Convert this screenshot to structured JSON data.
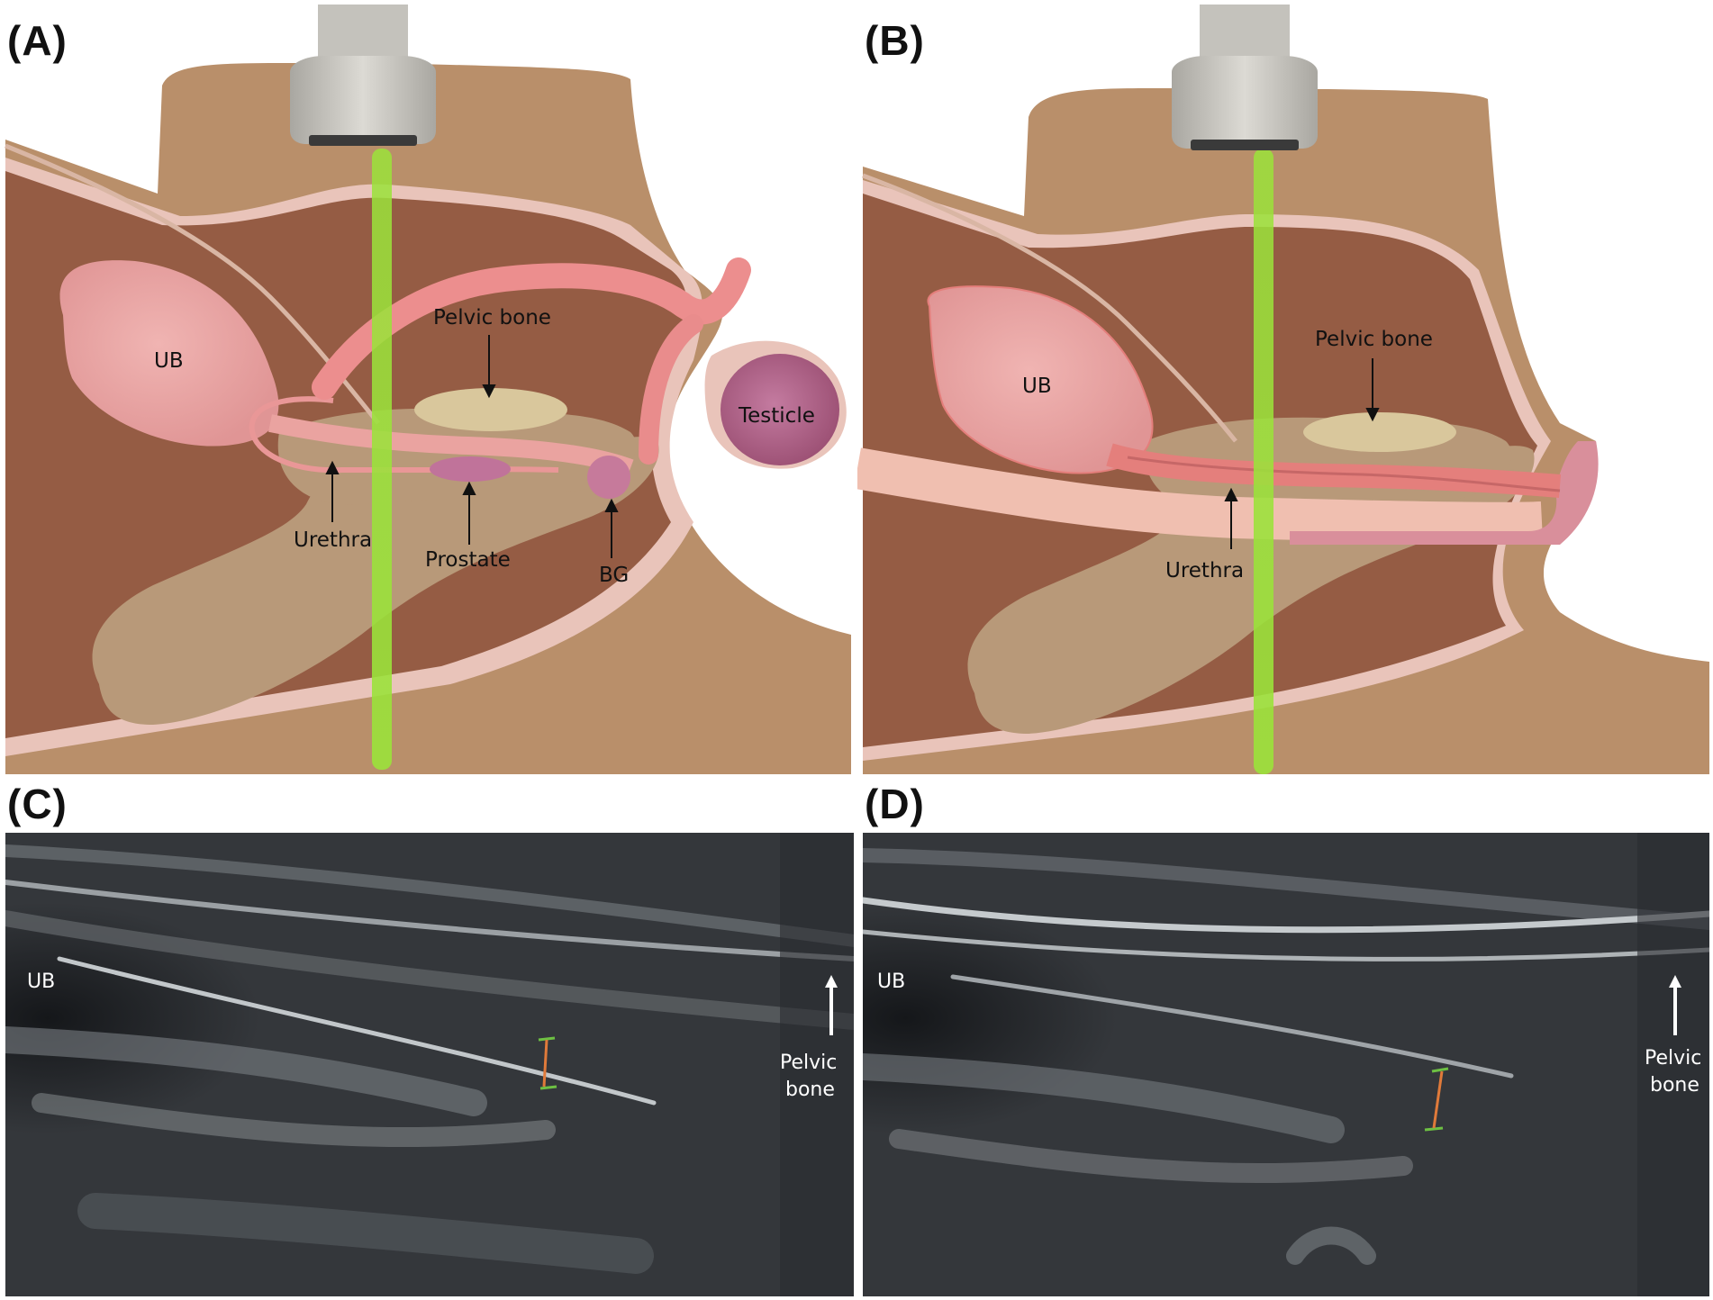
{
  "figure": {
    "panels": [
      {
        "letter": "(A)"
      },
      {
        "letter": "(B)"
      },
      {
        "letter": "(C)"
      },
      {
        "letter": "(D)"
      }
    ],
    "panel_a": {
      "labels": {
        "ub": "UB",
        "pelvic_bone": "Pelvic bone",
        "testicle": "Testicle",
        "urethra": "Urethra",
        "prostate": "Prostate",
        "bg": "BG"
      }
    },
    "panel_b": {
      "labels": {
        "ub": "UB",
        "pelvic_bone": "Pelvic bone",
        "urethra": "Urethra"
      }
    },
    "panel_c": {
      "labels": {
        "ub": "UB",
        "pelvic_line1": "Pelvic",
        "pelvic_line2": "bone"
      }
    },
    "panel_d": {
      "labels": {
        "ub": "UB",
        "pelvic_line1": "Pelvic",
        "pelvic_line2": "bone"
      }
    },
    "colors": {
      "skin": "#b98f6a",
      "body_cavity": "#955c44",
      "bone": "#b89979",
      "organ_pink": "#e9a3a3",
      "urethra_red": "#e27d7b",
      "testicle": "#b66a8e",
      "pelvic_bone": "#d9c79c",
      "beam": "#8edc2a",
      "probe": "#c9c7c1",
      "us_background": "#2f3236"
    }
  }
}
